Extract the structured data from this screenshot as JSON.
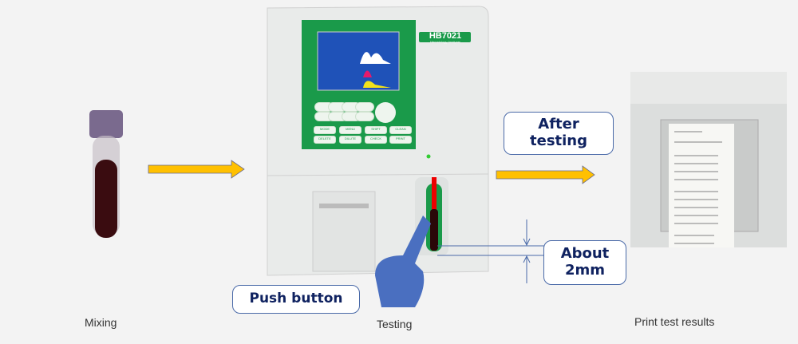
{
  "steps": [
    {
      "label": "Mixing"
    },
    {
      "label": "Testing"
    },
    {
      "label": "Print test results"
    }
  ],
  "callouts": {
    "push_button": "Push button",
    "after_testing_line1": "After",
    "after_testing_line2": "testing",
    "about_line1": "About",
    "about_line2": "2mm"
  },
  "device": {
    "model": "HB7021",
    "subtitle": "Hematology Analyzer",
    "function_keys": [
      "MODE",
      "MENU",
      "SHIFT",
      "CLEAN",
      "DELETE",
      "DILUTE",
      "CHECK",
      "PRINT"
    ]
  },
  "colors": {
    "arrow": "#ffc000",
    "panel": "#1a9a4a",
    "callout_text": "#0f2260",
    "callout_border": "#4a6aa8"
  }
}
